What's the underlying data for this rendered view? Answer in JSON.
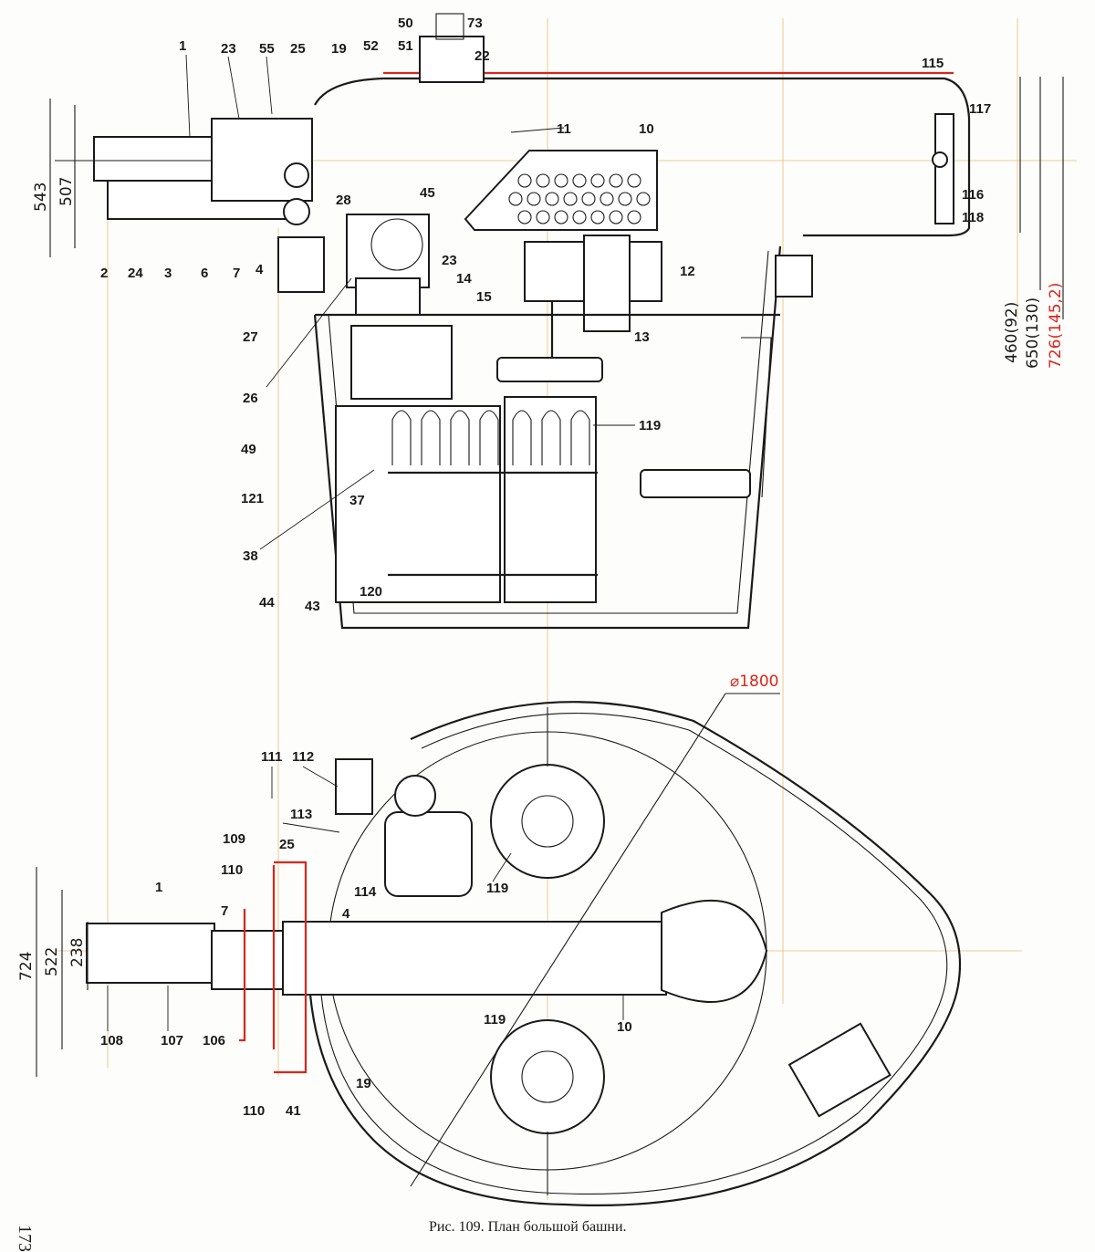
{
  "caption": "Рис. 109. План большой башни.",
  "page_number": "173",
  "colors": {
    "ink": "#1a1a1a",
    "red_mark": "#d9261c",
    "guide": "#e8a54a",
    "paper": "#fdfdfb"
  },
  "section_labels": [
    "1",
    "23",
    "55",
    "25",
    "19",
    "52",
    "50",
    "51",
    "73",
    "22",
    "11",
    "10",
    "115",
    "117",
    "116",
    "118",
    "2",
    "24",
    "3",
    "6",
    "7",
    "4",
    "28",
    "45",
    "23",
    "14",
    "15",
    "12",
    "13",
    "27",
    "26",
    "49",
    "121",
    "38",
    "37",
    "44",
    "43",
    "120",
    "119"
  ],
  "plan_labels": [
    "111",
    "112",
    "113",
    "109",
    "25",
    "110",
    "1",
    "7",
    "4",
    "114",
    "119",
    "10",
    "108",
    "107",
    "106",
    "110",
    "41",
    "19",
    "119"
  ],
  "dimensions": {
    "left_upper": [
      "543",
      "507"
    ],
    "right_upper": [
      "460(92)",
      "650(130)"
    ],
    "right_upper_red": "726(145,2)",
    "left_lower": [
      "724",
      "522",
      "238"
    ],
    "diameter_red": "⌀1800"
  }
}
